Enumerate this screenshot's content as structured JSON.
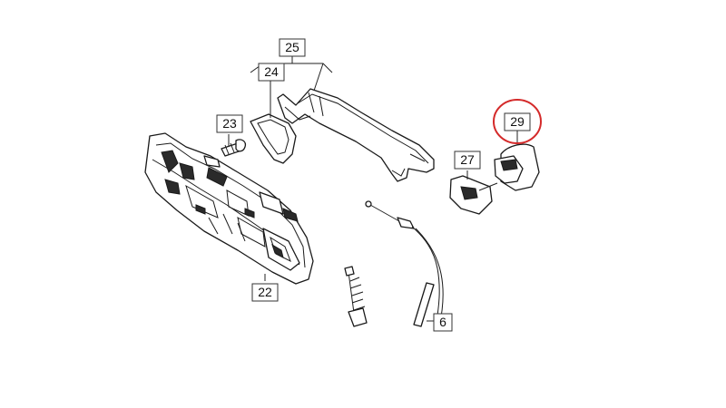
{
  "callouts": {
    "c25": "25",
    "c24": "24",
    "c23": "23",
    "c22": "22",
    "c27": "27",
    "c29": "29",
    "c6": "6"
  },
  "highlight": {
    "callout": "29",
    "color": "#d42a2a"
  }
}
